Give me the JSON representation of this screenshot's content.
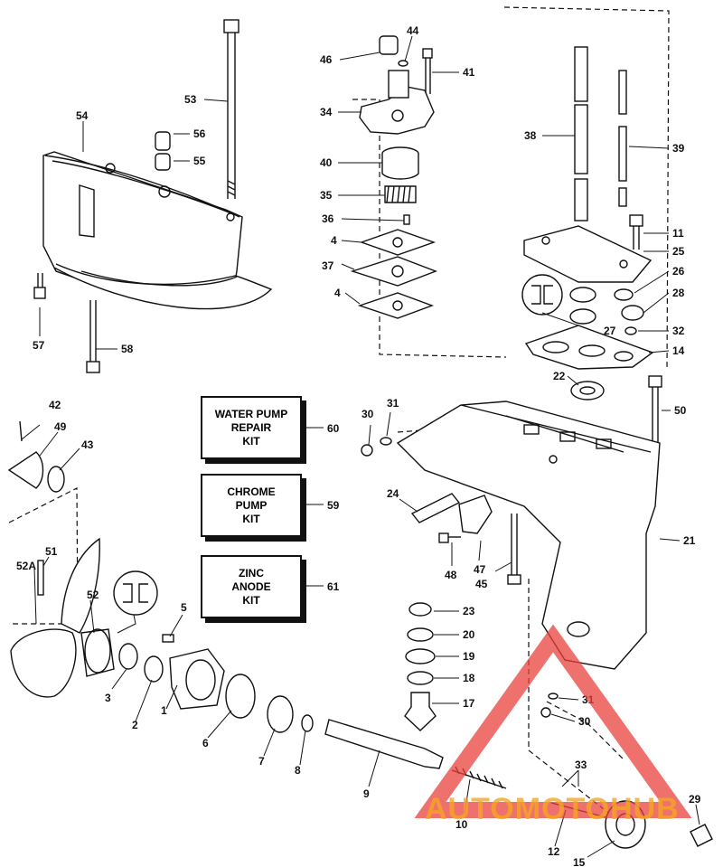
{
  "kits": {
    "water_pump": "WATER PUMP\nREPAIR\nKIT",
    "chrome_pump": "CHROME\nPUMP\nKIT",
    "zinc_anode": "ZINC\nANODE\nKIT"
  },
  "callouts": {
    "c1": "1",
    "c2": "2",
    "c3": "3",
    "c4a": "4",
    "c4b": "4",
    "c5": "5",
    "c6": "6",
    "c7": "7",
    "c8": "8",
    "c9": "9",
    "c10": "10",
    "c11": "11",
    "c12": "12",
    "c14": "14",
    "c15": "15",
    "c17": "17",
    "c18": "18",
    "c19": "19",
    "c20": "20",
    "c21": "21",
    "c22": "22",
    "c23": "23",
    "c24": "24",
    "c25": "25",
    "c26": "26",
    "c27": "27",
    "c28": "28",
    "c29": "29",
    "c30a": "30",
    "c30b": "30",
    "c31a": "31",
    "c31b": "31",
    "c32": "32",
    "c33": "33",
    "c34": "34",
    "c35": "35",
    "c36": "36",
    "c37": "37",
    "c38": "38",
    "c39": "39",
    "c40": "40",
    "c41": "41",
    "c42": "42",
    "c43": "43",
    "c44": "44",
    "c45": "45",
    "c46": "46",
    "c47": "47",
    "c48": "48",
    "c49": "49",
    "c50": "50",
    "c51": "51",
    "c52": "52",
    "c52a": "52A",
    "c53": "53",
    "c54": "54",
    "c55": "55",
    "c56": "56",
    "c57": "57",
    "c58": "58",
    "c59": "59",
    "c60": "60",
    "c61": "61"
  },
  "watermark": {
    "part1": "AUTOMOTO",
    "part2": "HUB"
  },
  "colors": {
    "ink": "#111111",
    "watermark_red": "#e8413d",
    "watermark_orange": "#f5a623"
  }
}
